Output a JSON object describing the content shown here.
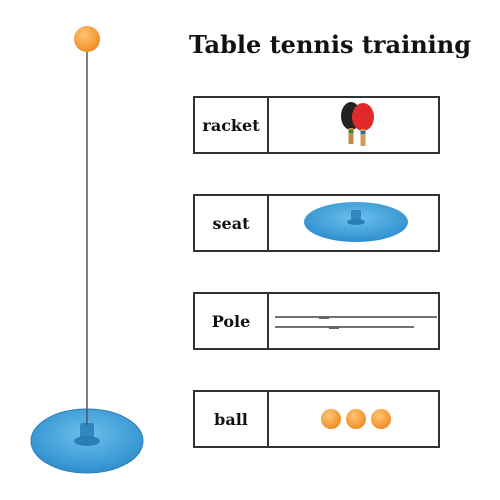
{
  "title": "Table tennis training",
  "rows": [
    {
      "label": "racket",
      "icon": "racket-pair-icon"
    },
    {
      "label": "seat",
      "icon": "seat-base-icon"
    },
    {
      "label": "Pole",
      "icon": "pole-rod-icon"
    },
    {
      "label": "ball",
      "icon": "orange-balls-icon"
    }
  ],
  "colors": {
    "ball_orange": "#f5a33a",
    "base_blue": "#3ea2de",
    "border": "#333333",
    "racket_black": "#222222",
    "racket_red": "#e02a2a"
  }
}
